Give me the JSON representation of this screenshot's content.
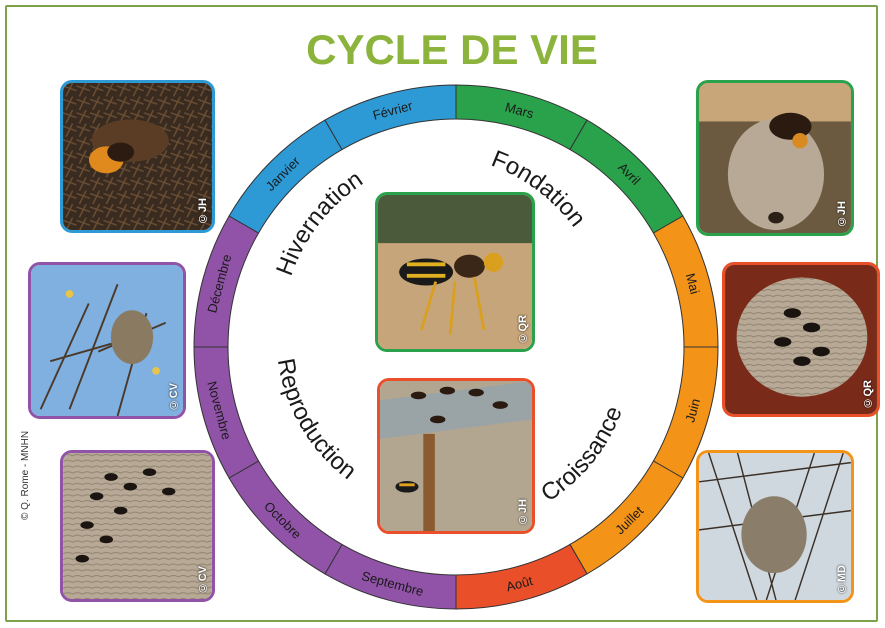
{
  "title": "CYCLE DE VIE",
  "copyright": "© Q. Rome - MNHN",
  "colors": {
    "title": "#8cb43c",
    "frame": "#7ea24a",
    "blue": "#2d9ad6",
    "green": "#2aa14b",
    "orange": "#f39318",
    "red": "#e9502a",
    "purple": "#9153a8"
  },
  "months": [
    {
      "label": "Mars",
      "color": "#2aa14b"
    },
    {
      "label": "Avril",
      "color": "#2aa14b"
    },
    {
      "label": "Mai",
      "color": "#f39318"
    },
    {
      "label": "Juin",
      "color": "#f39318"
    },
    {
      "label": "Juillet",
      "color": "#f39318"
    },
    {
      "label": "Août",
      "color": "#e9502a"
    },
    {
      "label": "Septembre",
      "color": "#9153a8"
    },
    {
      "label": "Octobre",
      "color": "#9153a8"
    },
    {
      "label": "Novembre",
      "color": "#9153a8"
    },
    {
      "label": "Décembre",
      "color": "#9153a8"
    },
    {
      "label": "Janvier",
      "color": "#2d9ad6"
    },
    {
      "label": "Février",
      "color": "#2d9ad6"
    }
  ],
  "phases": {
    "hivernation": "Hivernation",
    "fondation": "Fondation",
    "reproduction": "Reproduction",
    "croissance": "Croissance"
  },
  "photos": {
    "left_top": {
      "credit": "©JH",
      "border": "#2d9ad6",
      "icon": "queen-hibernating-photo"
    },
    "left_mid": {
      "credit": "©CV",
      "border": "#9153a8",
      "icon": "nest-in-tree-photo"
    },
    "left_bottom": {
      "credit": "©CV",
      "border": "#9153a8",
      "icon": "nest-swarm-photo"
    },
    "center_top": {
      "credit": "©QR",
      "border": "#2aa14b",
      "icon": "hornet-photo"
    },
    "center_bottom": {
      "credit": "©JH",
      "border": "#e9502a",
      "icon": "hornets-hive-entrance-photo"
    },
    "right_top": {
      "credit": "©JH",
      "border": "#2aa14b",
      "icon": "primary-nest-photo"
    },
    "right_mid": {
      "credit": "©QR",
      "border": "#e9502a",
      "icon": "nest-with-workers-photo"
    },
    "right_bottom": {
      "credit": "©MD",
      "border": "#f39318",
      "icon": "nest-in-branches-photo"
    }
  }
}
